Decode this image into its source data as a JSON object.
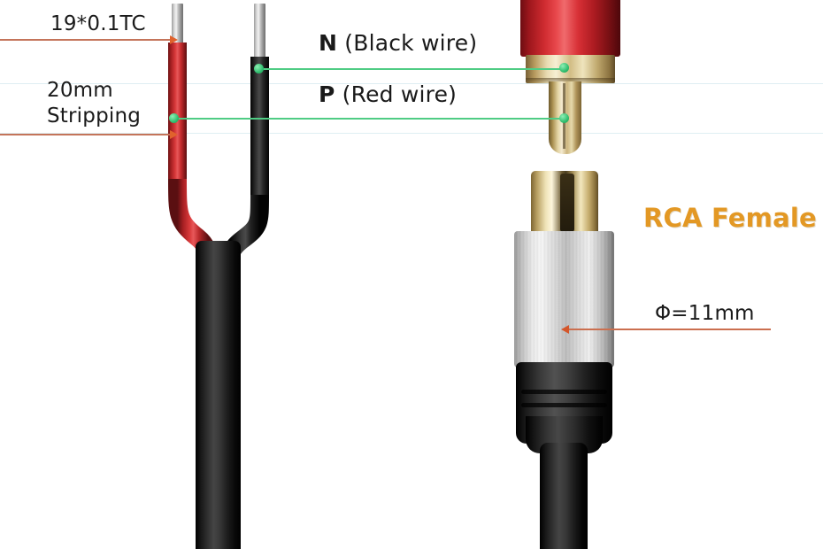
{
  "diagram": {
    "title": "RCA connector wiring diagram",
    "background_color": "#ffffff",
    "annotations": {
      "conductor_spec": "19*0.1TC",
      "stripping_line1": "20mm",
      "stripping_line2": "Stripping",
      "neutral_prefix": "N",
      "neutral_text": " (Black wire)",
      "positive_prefix": "P",
      "positive_text": " (Red wire)",
      "connector_name": "RCA Female",
      "diameter": "Φ=11mm"
    },
    "colors": {
      "accent_orange": "#e39824",
      "leader_line": "#c4745a",
      "callout_green": "#4fcc84",
      "red_wire": "#d8393a",
      "black_wire": "#2a2a2a",
      "gold": "#e3d4a3",
      "silver": "#d6d6d6"
    },
    "parts": {
      "red_wire": "red-insulated-wire",
      "black_wire": "black-insulated-wire",
      "copper_tip": "tinned-copper-tip",
      "main_cable": "black-jacket-cable",
      "male_plug_barrel": "red-anodized-barrel",
      "male_plug_collar": "gold-ground-collar",
      "male_plug_pin": "gold-center-pin",
      "female_gold_barrel": "gold-jack-barrel",
      "female_body": "knurled-silver-body",
      "female_boot": "black-strain-relief"
    }
  }
}
